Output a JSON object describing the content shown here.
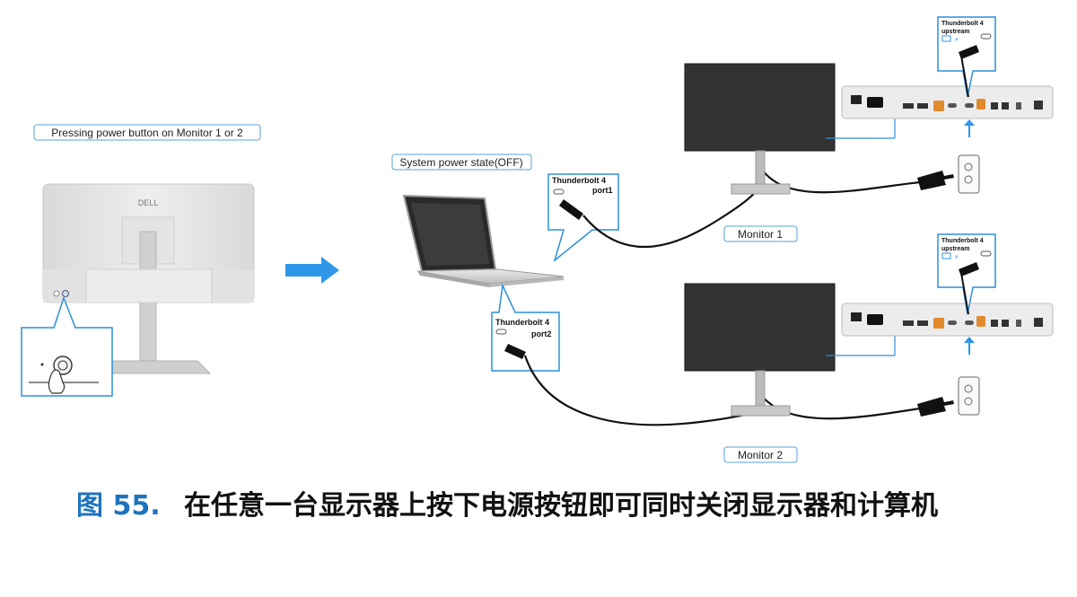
{
  "labels": {
    "press_power": "Pressing power button on Monitor 1 or 2",
    "system_power": "System power state(OFF)",
    "monitor1": "Monitor 1",
    "monitor2": "Monitor 2",
    "tb_port1": [
      "Thunderbolt 4",
      "port1"
    ],
    "tb_port2": [
      "Thunderbolt 4",
      "port2"
    ],
    "tb_upstream_1": [
      "Thunderbolt 4",
      "upstream"
    ],
    "tb_upstream_2": [
      "Thunderbolt 4",
      "upstream"
    ],
    "monitor_brand": "DELL"
  },
  "caption": {
    "figure_number": "图 55.",
    "title": "在任意一台显示器上按下电源按钮即可同时关闭显示器和计算机"
  },
  "colors": {
    "arrow_blue": "#2f96e8",
    "caption_blue": "#1e73be",
    "callout_border": "#2d8fd8",
    "label_border": "#5aa0d8",
    "usb_c_orange": "#e08a2c",
    "screen": "#333333"
  }
}
